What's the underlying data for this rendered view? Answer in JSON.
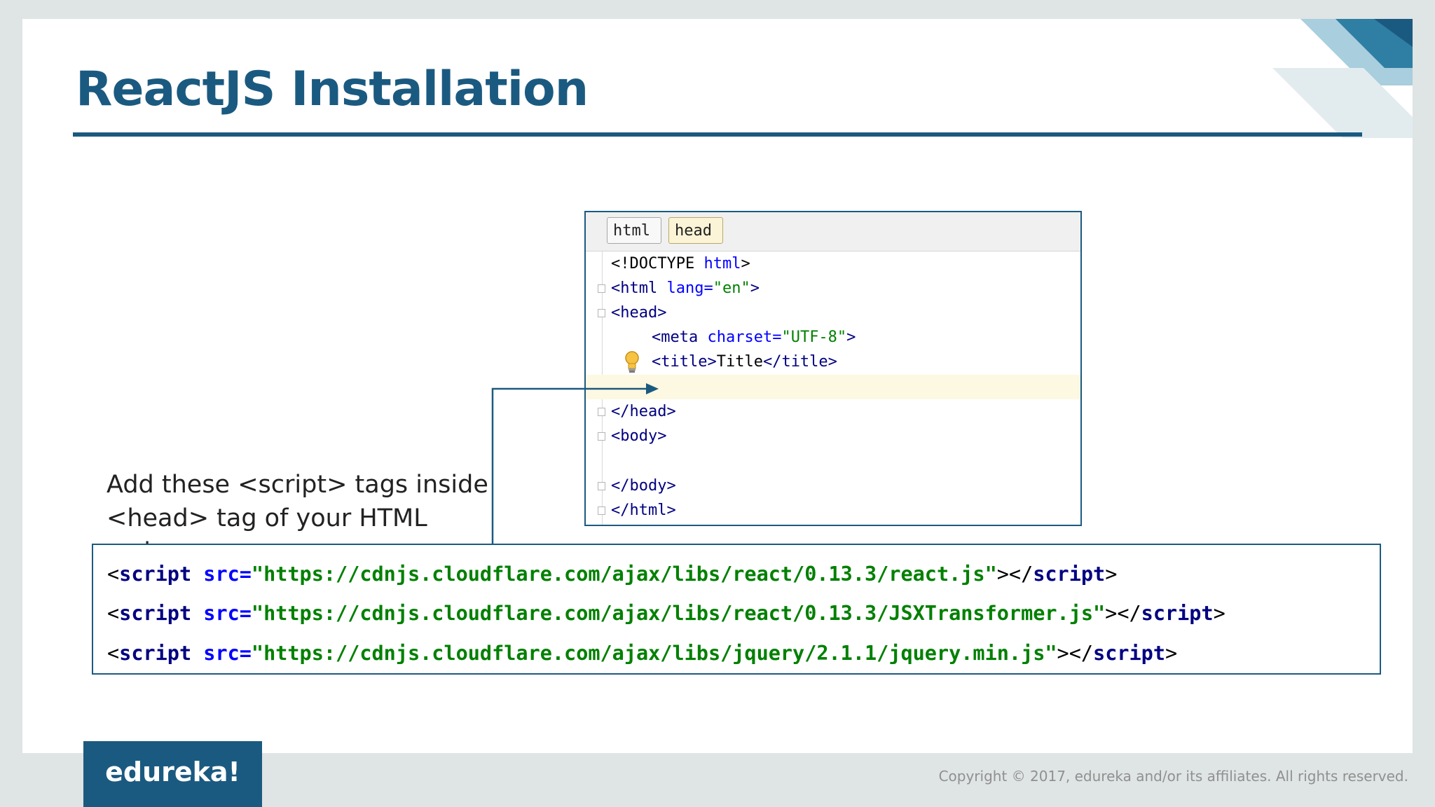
{
  "slide": {
    "title": "ReactJS Installation",
    "description": "Add these <script> tags inside <head> tag of your HTML code.",
    "brand": "edureka!",
    "copyright": "Copyright © 2017, edureka and/or its affiliates. All rights reserved."
  },
  "editor": {
    "tabs": [
      "html",
      "head"
    ],
    "line1": {
      "a": "<!DOCTYPE ",
      "b": "html",
      "c": ">"
    },
    "line2": {
      "a": "<html ",
      "b": "lang=",
      "c": "\"en\"",
      "d": ">"
    },
    "line3": "<head>",
    "line4": {
      "a": "<meta ",
      "b": "charset=",
      "c": "\"UTF-8\"",
      "d": ">"
    },
    "line5": {
      "a": "<title>",
      "b": "Title",
      "c": "</title>"
    },
    "line7": "</head>",
    "line8": "<body>",
    "line10": "</body>",
    "line11": "</html>"
  },
  "scripts": [
    {
      "open": "<",
      "tag": "script",
      "attr": " src=",
      "url": "\"https://cdnjs.cloudflare.com/ajax/libs/react/0.13.3/react.js\"",
      "mid": "></",
      "tag2": "script",
      "close": ">"
    },
    {
      "open": "<",
      "tag": "script",
      "attr": " src=",
      "url": "\"https://cdnjs.cloudflare.com/ajax/libs/react/0.13.3/JSXTransformer.js\"",
      "mid": "></",
      "tag2": "script",
      "close": ">"
    },
    {
      "open": "<",
      "tag": "script",
      "attr": " src=",
      "url": "\"https://cdnjs.cloudflare.com/ajax/libs/jquery/2.1.1/jquery.min.js\"",
      "mid": "></",
      "tag2": "script",
      "close": ">"
    }
  ],
  "colors": {
    "brand": "#1b5a80",
    "tag": "#000080",
    "attr": "#0000ff",
    "string": "#008000"
  }
}
